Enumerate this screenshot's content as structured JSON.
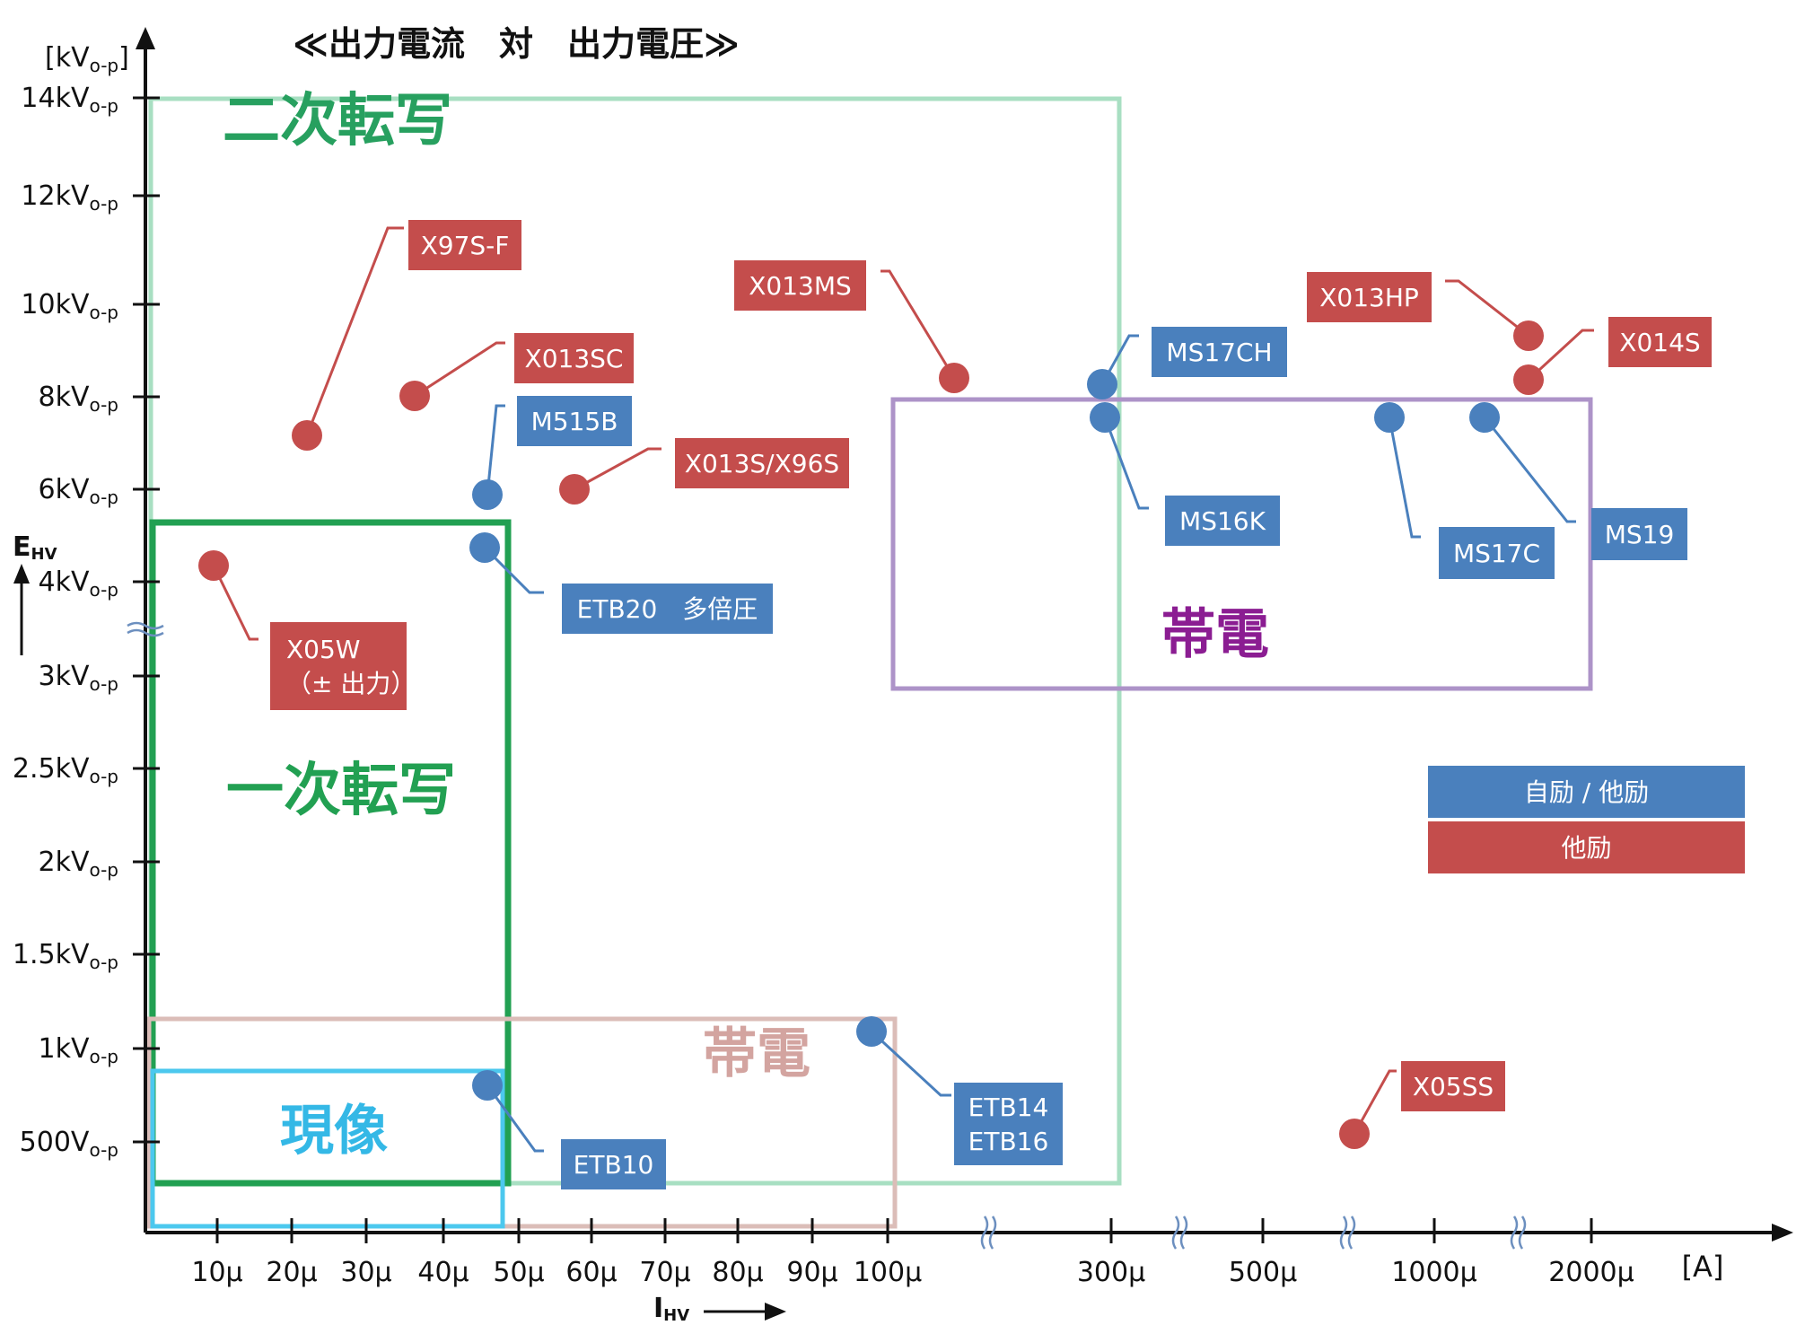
{
  "chart_data": {
    "type": "scatter",
    "title": "≪出力電流　対　出力電圧≫",
    "xlabel": "IHV",
    "xlabel_main": "I",
    "xlabel_sub": "HV",
    "ylabel": "EHV",
    "ylabel_main": "E",
    "ylabel_sub": "HV",
    "x_unit": "[A]",
    "y_unit_main": "[kV",
    "y_unit_sub": "o-p",
    "y_unit_close": "]",
    "x_ticks": [
      "10μ",
      "20μ",
      "30μ",
      "40μ",
      "50μ",
      "60μ",
      "70μ",
      "80μ",
      "90μ",
      "100μ",
      "300μ",
      "500μ",
      "1000μ",
      "2000μ"
    ],
    "y_ticks": [
      {
        "main": "500V",
        "sub": "o-p"
      },
      {
        "main": "1kV",
        "sub": "o-p"
      },
      {
        "main": "1.5kV",
        "sub": "o-p"
      },
      {
        "main": "2kV",
        "sub": "o-p"
      },
      {
        "main": "2.5kV",
        "sub": "o-p"
      },
      {
        "main": "3kV",
        "sub": "o-p"
      },
      {
        "main": "4kV",
        "sub": "o-p"
      },
      {
        "main": "6kV",
        "sub": "o-p"
      },
      {
        "main": "8kV",
        "sub": "o-p"
      },
      {
        "main": "10kV",
        "sub": "o-p"
      },
      {
        "main": "12kV",
        "sub": "o-p"
      },
      {
        "main": "14kV",
        "sub": "o-p"
      }
    ],
    "regions": [
      {
        "name": "二次転写",
        "x_range": [
          "0",
          "300μ"
        ],
        "y_range": [
          "500V",
          "14kV"
        ],
        "color": "#a8dfc2",
        "text_color": "#27a05f"
      },
      {
        "name": "一次転写",
        "x_range": [
          "0",
          "50μ"
        ],
        "y_range": [
          "500V",
          "5kV"
        ],
        "color": "#22a052",
        "text_color": "#22a052"
      },
      {
        "name": "帯電",
        "x_range": [
          "0",
          "100μ"
        ],
        "y_range": [
          "0",
          "1.1kV"
        ],
        "color": "#dbbdb8",
        "text_color": "#d3a4a0"
      },
      {
        "name": "現像",
        "x_range": [
          "0",
          "50μ"
        ],
        "y_range": [
          "0",
          "0.85kV"
        ],
        "color": "#4cc8ee",
        "text_color": "#34b8e6"
      },
      {
        "name": "帯電",
        "x_range": [
          "100μ",
          "2000μ"
        ],
        "y_range": [
          "3kV",
          "8kV"
        ],
        "color": "#ad93c8",
        "text_color": "#8b1d92"
      }
    ],
    "series": [
      {
        "name": "自励 / 他励",
        "color": "#4a80bd"
      },
      {
        "name": "他励",
        "color": "#c44d4c"
      }
    ],
    "points": [
      {
        "label": [
          "X97S-F"
        ],
        "x": "22μ",
        "y": "7kV",
        "series": "他励"
      },
      {
        "label": [
          "X013SC"
        ],
        "x": "37μ",
        "y": "8kV",
        "series": "他励"
      },
      {
        "label": [
          "X013S/X96S"
        ],
        "x": "58μ",
        "y": "6kV",
        "series": "他励"
      },
      {
        "label": [
          "X05W",
          "（± 出力）"
        ],
        "x": "10μ",
        "y": "±4.5kV",
        "series": "他励"
      },
      {
        "label": [
          "M515B"
        ],
        "x": "47μ",
        "y": "6kV",
        "series": "自励 / 他励"
      },
      {
        "label": [
          "ETB20　多倍圧"
        ],
        "x": "47μ",
        "y": "5kV",
        "series": "自励 / 他励"
      },
      {
        "label": [
          "ETB10"
        ],
        "x": "47μ",
        "y": "800V",
        "series": "自励 / 他励"
      },
      {
        "label": [
          "ETB14",
          "ETB16"
        ],
        "x": "98μ",
        "y": "1.1kV",
        "series": "自励 / 他励"
      },
      {
        "label": [
          "X013MS"
        ],
        "x": "150μ",
        "y": "8.5kV",
        "series": "他励"
      },
      {
        "label": [
          "MS17CH"
        ],
        "x": "300μ",
        "y": "8.3kV",
        "series": "自励 / 他励"
      },
      {
        "label": [
          "MS16K"
        ],
        "x": "300μ",
        "y": "7.6kV",
        "series": "自励 / 他励"
      },
      {
        "label": [
          "MS17C"
        ],
        "x": "900μ",
        "y": "7.6kV",
        "series": "自励 / 他励"
      },
      {
        "label": [
          "MS19"
        ],
        "x": "1200μ",
        "y": "7.6kV",
        "series": "自励 / 他励"
      },
      {
        "label": [
          "X013HP"
        ],
        "x": "1500μ",
        "y": "9kV",
        "series": "他励"
      },
      {
        "label": [
          "X014S"
        ],
        "x": "1500μ",
        "y": "8.5kV",
        "series": "他励"
      },
      {
        "label": [
          "X05SS"
        ],
        "x": "700μ",
        "y": "500V",
        "series": "他励"
      }
    ],
    "legend_placement": "right"
  }
}
